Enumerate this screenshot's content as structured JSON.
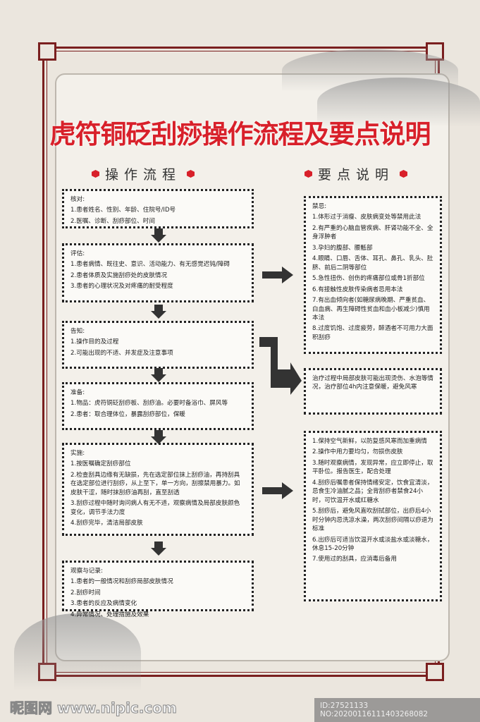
{
  "title": "虎符铜砭刮痧操作流程及要点说明",
  "left_header": "操作流程",
  "right_header": "要点说明",
  "flow": [
    {
      "title": "核对:",
      "items": [
        "1.患者姓名、性别、年龄、住院号/ID号",
        "2.医嘱、诊断、刮痧部位、时间"
      ]
    },
    {
      "title": "评估:",
      "items": [
        "1.患者病情、既往史、意识、活动能力、有无感觉迟钝/障碍",
        "2.患者体质及实施刮痧处的皮肤情况",
        "3.患者的心理状况及对疼痛的耐受程度"
      ]
    },
    {
      "title": "告知:",
      "items": [
        "1.操作目的及过程",
        "2.可能出现的不适、并发症及注意事项"
      ]
    },
    {
      "title": "准备:",
      "items": [
        "1.物品：虎符铜砭刮痧板、刮痧油。必要时备浴巾、屏风等",
        "2.患者：取合理体位，暴露刮痧部位，保暖"
      ]
    },
    {
      "title": "实施:",
      "items": [
        "1.按医嘱确定刮痧部位",
        "2.检查刮具边缘有无缺损，先在选定部位抹上刮痧油，再持刮具在选定部位进行刮痧，从上至下，单一方向，刮擦禁用暴力。如皮肤干涩，随时抹刮痧油再刮，直至刮透",
        "3.刮痧过程中随时询问病人有无不适，观察病情及局部皮肤颜色变化，调节手法力度",
        "4.刮痧完毕，清洁局部皮肤"
      ]
    },
    {
      "title": "观察与记录:",
      "items": [
        "1.患者的一般情况和刮痧局部皮肤情况",
        "2.刮痧时间",
        "3.患者的反应及病情变化",
        "4.异常情况、处理措施及效果"
      ]
    }
  ],
  "notes": [
    {
      "title": "禁忌:",
      "items": [
        "1.体形过于消瘦、皮肤病变处等禁用此法",
        "2.有严重的心脑血管疾病、肝肾功能不全、全身浮肿者",
        "3.孕妇的腹部、腰骶部",
        "4.眼睛、口唇、舌体、耳孔、鼻孔、乳头、肚脐、前后二阴等部位",
        "5.急性扭伤、创伤的疼痛部位或骨1折部位",
        "6.有接触性皮肤传染病者忌用本法",
        "7.有出血倾向者(如糖尿病晚期、严重贫血、白血病、再生障碍性贫血和血小板减少)慎用本法",
        "8.过度饥饱、过度疲劳，醉酒者不可用力大面积刮痧"
      ]
    },
    {
      "title": "",
      "items": [
        "治疗过程中局部皮肤可能出现烫伤、水泡等情况，治疗部位4h内注意保暖，避免风寒"
      ]
    },
    {
      "title": "",
      "items": [
        "1.保持空气新鲜，以防复感风寒而加重病情",
        "2.操作中用力要均匀，勿损伤皮肤",
        "3.随时观察病情，发现异常，应立即停止，取平卧位。报告医生，配合处理",
        "4.刮痧后嘱患者保持情绪安定，饮食宜清淡，忌食生冷油腻之品；全背刮痧者禁食24小时，可饮温开水或红糖水",
        "5.刮痧后，避免风直吹刮拭部位，出痧后4小时分钟内忌洗凉水澡，两次刮痧间隔以痧退为标准",
        "6.出痧后可适当饮温开水或淡盐水或淡糖水，休息15-20分钟",
        "7.使用过的刮具，应消毒后备用"
      ]
    }
  ],
  "footer": {
    "logo": "昵图网 www.nipic.com",
    "id": "ID:27521133 NO:20200116111403268082"
  },
  "colors": {
    "title": "#d8202a",
    "frame": "#7a1f1f"
  }
}
